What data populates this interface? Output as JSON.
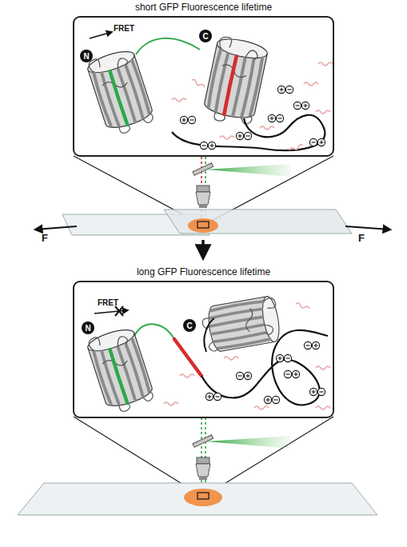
{
  "diagram": {
    "nodes": [
      {
        "text": [
          "short GFP Fluorescence lifetime"
        ]
      },
      {
        "text": [
          "N"
        ],
        "in": 0
      },
      {
        "text": [
          "C"
        ],
        "in": 0
      },
      {
        "text": [
          "long GFP Fluorescence lifetime"
        ]
      },
      {
        "text": [
          "N"
        ],
        "in": 3
      },
      {
        "text": [
          "C"
        ],
        "in": 3
      }
    ],
    "labels": [
      "FRET",
      "F",
      "F",
      "FRET"
    ]
  }
}
